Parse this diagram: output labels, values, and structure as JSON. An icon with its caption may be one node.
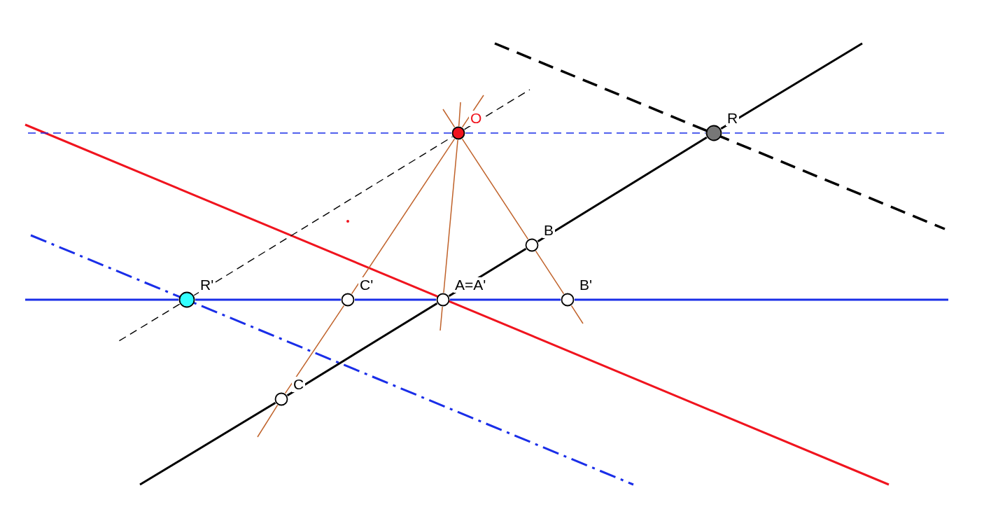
{
  "diagram": {
    "nodes": [
      {
        "text": [
          "O"
        ]
      },
      {
        "text": [
          "R"
        ]
      },
      {
        "text": [
          "B"
        ]
      },
      {
        "text": [
          "R'"
        ]
      },
      {
        "text": [
          "C'"
        ]
      },
      {
        "text": [
          "A=A'"
        ]
      },
      {
        "text": [
          "B'"
        ]
      },
      {
        "text": [
          "C"
        ]
      }
    ],
    "edges": [
      {
        "from": 7,
        "to": 5,
        "arrow": "none",
        "color": "#000000"
      },
      {
        "from": 5,
        "to": 2,
        "arrow": "none",
        "color": "#000000"
      },
      {
        "from": 2,
        "to": 1,
        "arrow": "none",
        "color": "#000000"
      },
      {
        "from": 0,
        "to": 4,
        "arrow": "none",
        "color": "#c0622a"
      },
      {
        "from": 4,
        "to": 7,
        "arrow": "none",
        "color": "#c0622a"
      },
      {
        "from": 0,
        "to": 5,
        "arrow": "none",
        "color": "#c0622a"
      },
      {
        "from": 0,
        "to": 2,
        "arrow": "none",
        "color": "#c0622a"
      },
      {
        "from": 2,
        "to": 6,
        "arrow": "none",
        "color": "#c0622a"
      },
      {
        "from": 3,
        "to": 4,
        "arrow": "none",
        "color": "#1a2ee8"
      },
      {
        "from": 4,
        "to": 5,
        "arrow": "none",
        "color": "#1a2ee8"
      },
      {
        "from": 5,
        "to": 6,
        "arrow": "none",
        "color": "#1a2ee8"
      },
      {
        "from": 0,
        "to": 1,
        "arrow": "none",
        "style": "dashed",
        "color": "#1a2ee8"
      },
      {
        "from": 3,
        "to": 0,
        "arrow": "none",
        "style": "dashed",
        "color": "#000000"
      }
    ]
  }
}
